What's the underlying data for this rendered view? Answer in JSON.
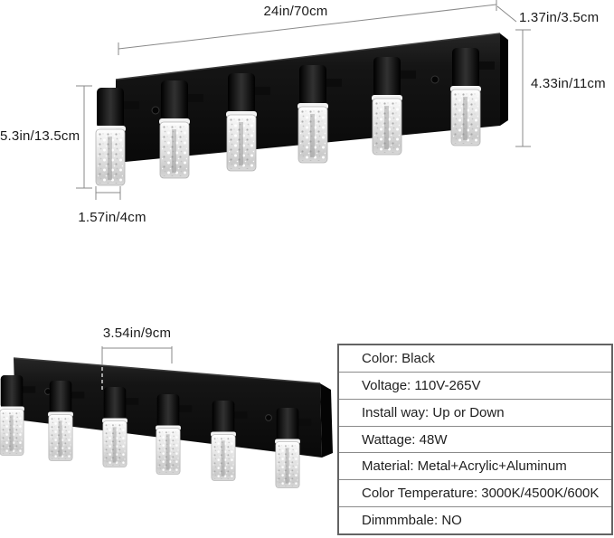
{
  "dimensions": {
    "fixture_width": "24in/70cm",
    "backplate_depth": "1.37in/3.5cm",
    "backplate_height": "4.33in/11cm",
    "light_height": "5.3in/13.5cm",
    "light_diameter": "1.57in/4cm",
    "light_spacing": "3.54in/9cm"
  },
  "spec_table": {
    "rows": [
      "Color: Black",
      "Voltage: 110V-265V",
      "Install way: Up or Down",
      "Wattage: 48W",
      "Material: Metal+Acrylic+Aluminum",
      "Color Temperature: 3000K/4500K/600K",
      "Dimmmbale: NO"
    ]
  },
  "colors": {
    "background": "#ffffff",
    "fixture_black": "#111111",
    "glass_light": "#e2e2e2",
    "dimension_line": "#8a8a8a",
    "text": "#1a1a1a",
    "table_border": "#636363"
  }
}
